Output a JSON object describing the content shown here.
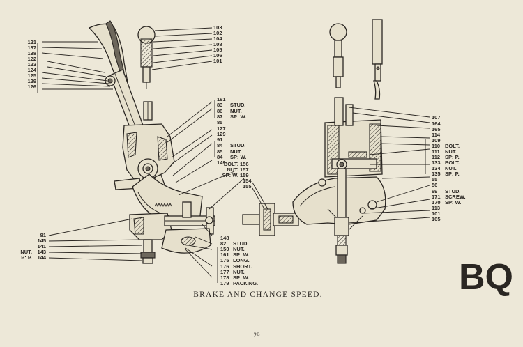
{
  "title": "BRAKE AND CHANGE SPEED.",
  "page_number": "29",
  "section_code": "BQ",
  "left_callouts_top": [
    {
      "num": "121",
      "desc": ""
    },
    {
      "num": "137",
      "desc": ""
    },
    {
      "num": "138",
      "desc": ""
    },
    {
      "num": "122",
      "desc": ""
    },
    {
      "num": "123",
      "desc": ""
    },
    {
      "num": "124",
      "desc": ""
    },
    {
      "num": "125",
      "desc": ""
    },
    {
      "num": "129",
      "desc": ""
    },
    {
      "num": "126",
      "desc": ""
    }
  ],
  "top_center_callouts": [
    "103",
    "102",
    "104",
    "108",
    "105",
    "106",
    "101"
  ],
  "mid_center_callouts": [
    {
      "num": "161",
      "desc": ""
    },
    {
      "num": "83",
      "desc": "STUD."
    },
    {
      "num": "86",
      "desc": "NUT."
    },
    {
      "num": "87",
      "desc": "SP: W."
    },
    {
      "num": "85",
      "desc": ""
    },
    {
      "num": "127",
      "desc": ""
    },
    {
      "num": "129",
      "desc": ""
    },
    {
      "num": "91",
      "desc": ""
    },
    {
      "num": "84",
      "desc": "STUD."
    },
    {
      "num": "85",
      "desc": "NUT."
    },
    {
      "num": "84",
      "desc": "SP: W."
    },
    {
      "num": "149",
      "desc": ""
    }
  ],
  "bolt_group": [
    {
      "desc": "BOLT.",
      "num": "156"
    },
    {
      "desc": "NUT.",
      "num": "157"
    },
    {
      "desc": "SP: W.",
      "num": "159"
    }
  ],
  "small_callouts": [
    "154",
    "155"
  ],
  "left_callouts_bottom": [
    {
      "prefix": "",
      "num": "81"
    },
    {
      "prefix": "",
      "num": "145"
    },
    {
      "prefix": "",
      "num": "141"
    },
    {
      "prefix": "NUT.",
      "num": "143"
    },
    {
      "prefix": "P: P.",
      "num": "144"
    }
  ],
  "bottom_center_callouts": [
    {
      "num": "148",
      "desc": ""
    },
    {
      "num": "82",
      "desc": "STUD."
    },
    {
      "num": "150",
      "desc": "NUT."
    },
    {
      "num": "161",
      "desc": "SP: W."
    },
    {
      "num": "175",
      "desc": "LONG."
    },
    {
      "num": "176",
      "desc": "SHORT."
    },
    {
      "num": "177",
      "desc": "NUT."
    },
    {
      "num": "178",
      "desc": "SP: W."
    },
    {
      "num": "179",
      "desc": "PACKING."
    }
  ],
  "right_callouts": [
    {
      "num": "107",
      "desc": ""
    },
    {
      "num": "164",
      "desc": ""
    },
    {
      "num": "165",
      "desc": ""
    },
    {
      "num": "114",
      "desc": ""
    },
    {
      "num": "109",
      "desc": ""
    },
    {
      "num": "110",
      "desc": "BOLT."
    },
    {
      "num": "111",
      "desc": "NUT."
    },
    {
      "num": "112",
      "desc": "SP: P."
    },
    {
      "num": "133",
      "desc": "BOLT."
    },
    {
      "num": "134",
      "desc": "NUT."
    },
    {
      "num": "135",
      "desc": "SP: P."
    },
    {
      "num": "55",
      "desc": ""
    },
    {
      "num": "56",
      "desc": ""
    },
    {
      "num": "69",
      "desc": "STUD."
    },
    {
      "num": "171",
      "desc": "SCREW."
    },
    {
      "num": "170",
      "desc": "SP: W."
    },
    {
      "num": "113",
      "desc": ""
    },
    {
      "num": "101",
      "desc": ""
    },
    {
      "num": "165",
      "desc": ""
    }
  ]
}
